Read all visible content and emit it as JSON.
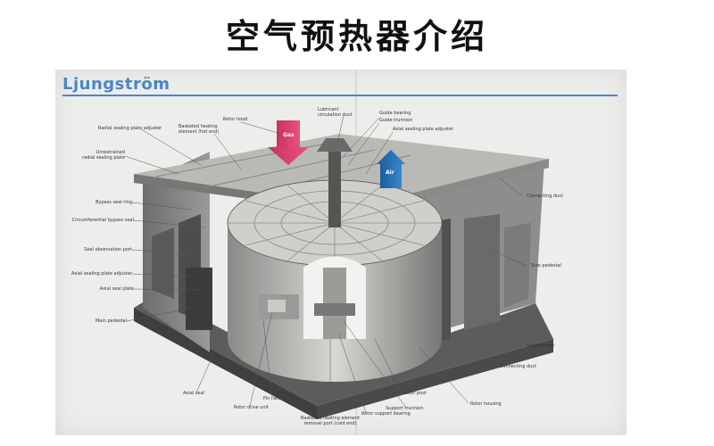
{
  "title": "空气预热器介绍",
  "brand": "Ljungström",
  "flows": {
    "gas": "Gas",
    "air": "Air"
  },
  "callouts": {
    "radial_seal_adjuster": "Radial sealing plate adjuster",
    "basketed_heating": "Basketed heating element (hot end)",
    "rotor_hood": "Rotor hood",
    "lubricant_circulation": "Lubricant circulation duct",
    "guide_bearing": "Guide bearing",
    "guide_trunnion": "Guide trunnion",
    "axial_seal_adjuster_top": "Axial sealing plate adjuster",
    "unrestrained_radial": "Unrestrained radial sealing plate",
    "bypass_seal_ring": "Bypass seal ring",
    "circumferential_bypass": "Circumferential bypass seal",
    "connecting_duct_top": "Connecting duct",
    "seal_observation": "Seal observation port",
    "axial_seal_adjuster": "Axial sealing plate adjuster",
    "axial_seal_plate": "Axial seal plate",
    "side_pedestal": "Side pedestal",
    "main_pedestal": "Main pedestal",
    "support_foot": "Support foot",
    "connecting_duct_bottom": "Connecting duct",
    "axial_seal": "Axial seal",
    "pin_rack": "Pin rack",
    "rotor_drive_unit": "Rotor drive unit",
    "rotor_post": "Rotor post",
    "support_trunnion": "Support trunnion",
    "rotor_housing": "Rotor housing",
    "basketed_cold": "Basketed heating element removal port (cold end)",
    "rotor_support_bearing": "Rotor support bearing"
  }
}
